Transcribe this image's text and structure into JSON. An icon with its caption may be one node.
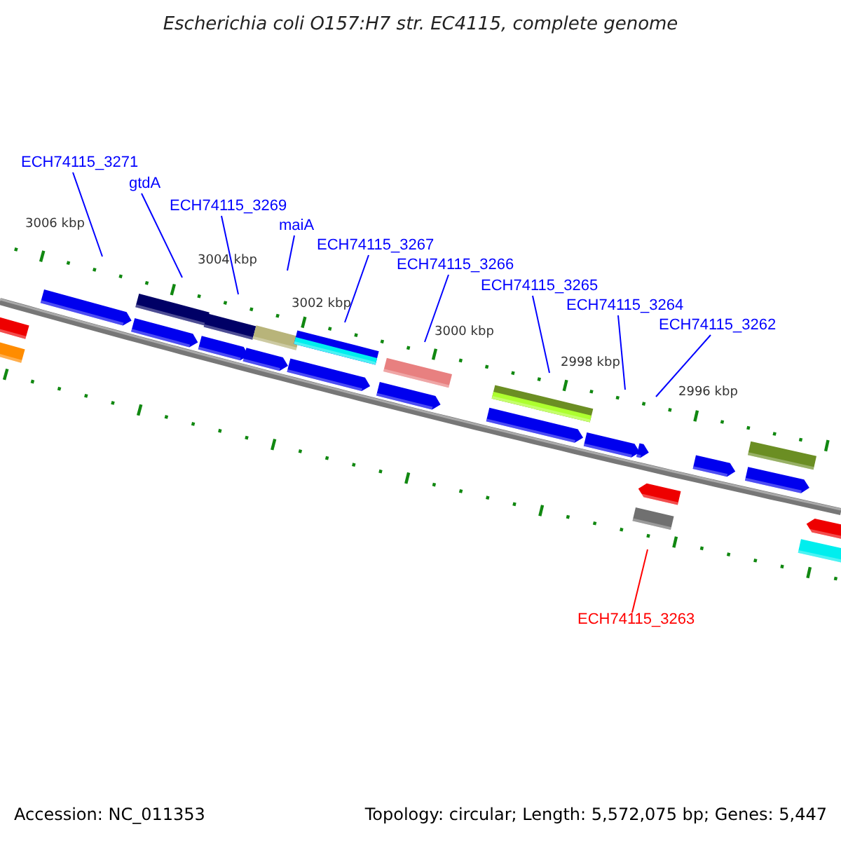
{
  "diagram": {
    "title": "Escherichia coli O157:H7 str. EC4115, complete genome",
    "nodes": [
      {
        "text": [
          "ECH74115_3271"
        ]
      },
      {
        "text": [
          "gtdA"
        ]
      },
      {
        "text": [
          "ECH74115_3269"
        ]
      },
      {
        "text": [
          "maiA"
        ]
      },
      {
        "text": [
          "ECH74115_3267"
        ]
      },
      {
        "text": [
          "ECH74115_3266"
        ]
      },
      {
        "text": [
          "ECH74115_3265"
        ]
      },
      {
        "text": [
          "ECH74115_3264"
        ]
      },
      {
        "text": [
          "ECH74115_3262"
        ]
      },
      {
        "text": [
          "ECH74115_3263"
        ]
      }
    ],
    "edges": [
      {
        "from": 0,
        "to": null,
        "arrow": "none"
      },
      {
        "from": 1,
        "to": null,
        "arrow": "none"
      },
      {
        "from": 2,
        "to": null,
        "arrow": "none"
      },
      {
        "from": 3,
        "to": null,
        "arrow": "none"
      },
      {
        "from": 4,
        "to": null,
        "arrow": "none"
      },
      {
        "from": 5,
        "to": null,
        "arrow": "none"
      },
      {
        "from": 6,
        "to": null,
        "arrow": "none"
      },
      {
        "from": 7,
        "to": null,
        "arrow": "none"
      },
      {
        "from": 8,
        "to": null,
        "arrow": "none"
      },
      {
        "from": 9,
        "to": null,
        "arrow": "none",
        "color": "#ff0000"
      }
    ],
    "labels": [
      "3006 kbp",
      "3004 kbp",
      "3002 kbp",
      "3000 kbp",
      "2998 kbp",
      "2996 kbp",
      "Accession: NC_011353",
      "Topology: circular; Length: 5,572,075 bp; Genes: 5,447"
    ]
  }
}
